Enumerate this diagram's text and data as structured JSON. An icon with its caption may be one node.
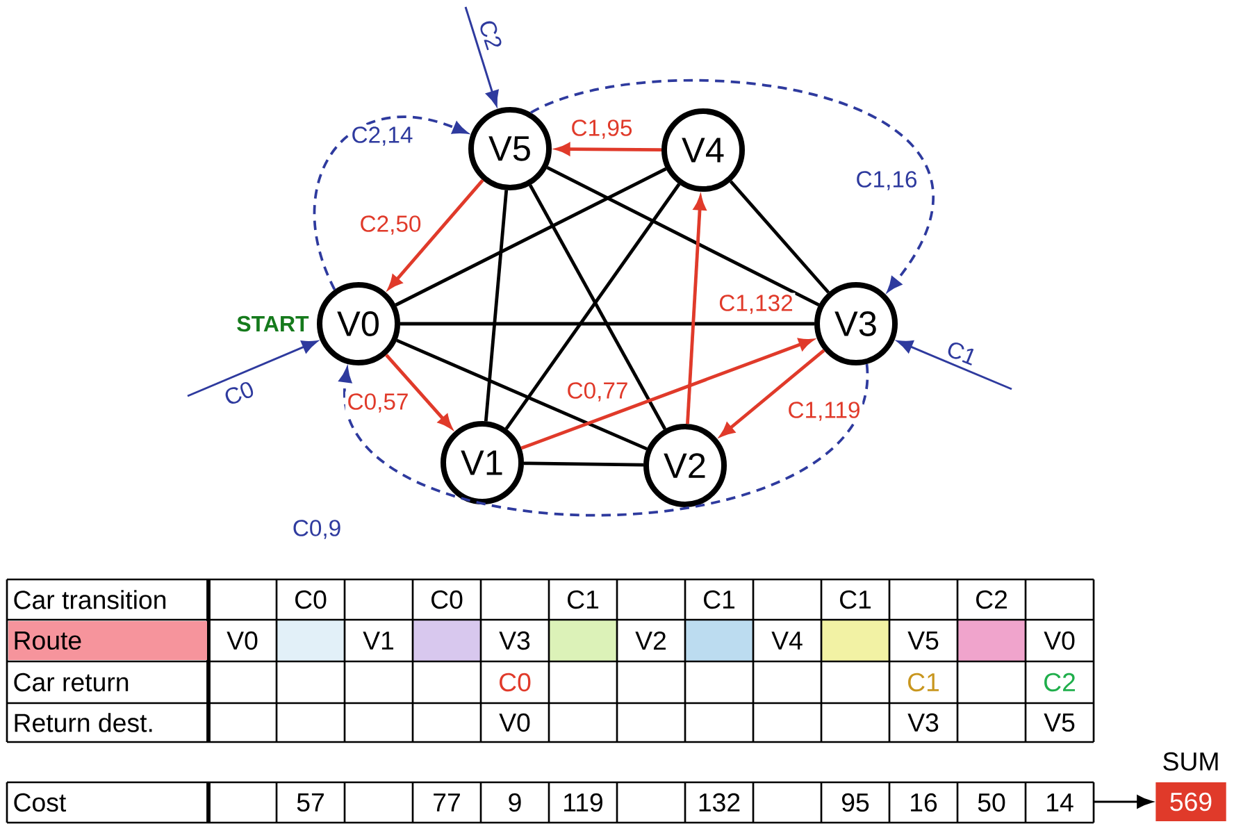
{
  "diagram": {
    "nodes": [
      {
        "text": [
          "V0"
        ],
        "beside": [
          "START"
        ]
      },
      {
        "text": [
          "V1"
        ]
      },
      {
        "text": [
          "V2"
        ]
      },
      {
        "text": [
          "V3"
        ]
      },
      {
        "text": [
          "V4"
        ]
      },
      {
        "text": [
          "V5"
        ]
      },
      {
        "text": [
          "569"
        ],
        "beside": [
          "SUM"
        ]
      }
    ],
    "edges": [
      {
        "from": 5,
        "to": 1,
        "arrow": "none"
      },
      {
        "from": 5,
        "to": 2,
        "arrow": "none"
      },
      {
        "from": 5,
        "to": 3,
        "arrow": "none"
      },
      {
        "from": 4,
        "to": 0,
        "arrow": "none"
      },
      {
        "from": 4,
        "to": 1,
        "arrow": "none"
      },
      {
        "from": 4,
        "to": 3,
        "arrow": "none"
      },
      {
        "from": 0,
        "to": 3,
        "arrow": "none"
      },
      {
        "from": 0,
        "to": 2,
        "arrow": "none"
      },
      {
        "from": 1,
        "to": 2,
        "arrow": "none"
      },
      {
        "from": 0,
        "to": 1,
        "arrow": "to",
        "label": "C0,57",
        "color": "#e03a2a"
      },
      {
        "from": 1,
        "to": 3,
        "arrow": "to",
        "label": "C0,77",
        "color": "#e03a2a"
      },
      {
        "from": 3,
        "to": 2,
        "arrow": "to",
        "label": "C1,119",
        "color": "#e03a2a"
      },
      {
        "from": 2,
        "to": 4,
        "arrow": "to",
        "label": "C1,132",
        "color": "#e03a2a"
      },
      {
        "from": 4,
        "to": 5,
        "arrow": "to",
        "label": "C1,95",
        "color": "#e03a2a"
      },
      {
        "from": 5,
        "to": 0,
        "arrow": "to",
        "label": "C2,50",
        "color": "#e03a2a"
      },
      {
        "from": 3,
        "to": 0,
        "arrow": "to",
        "label": "C0,9",
        "style": "dashed",
        "color": "#2e3a9e"
      },
      {
        "from": 5,
        "to": 3,
        "arrow": "to",
        "label": "C1,16",
        "style": "dashed",
        "color": "#2e3a9e"
      },
      {
        "from": 0,
        "to": 5,
        "arrow": "to",
        "label": "C2,14",
        "style": "dashed",
        "color": "#2e3a9e"
      },
      {
        "from": null,
        "to": 0,
        "arrow": "to",
        "label": "C0",
        "color": "#2e3a9e"
      },
      {
        "from": null,
        "to": 3,
        "arrow": "to",
        "label": "C1",
        "color": "#2e3a9e"
      },
      {
        "from": null,
        "to": 5,
        "arrow": "to",
        "label": "C2",
        "color": "#2e3a9e"
      },
      {
        "from": null,
        "to": 6,
        "arrow": "to"
      }
    ],
    "labels": [
      "Car transition",
      "C0",
      "C0",
      "C1",
      "C1",
      "C1",
      "C2",
      "Route",
      "V0",
      "V1",
      "V3",
      "V2",
      "V4",
      "V5",
      "V0",
      "Car return",
      "C0",
      "C1",
      "C2",
      "Return dest.",
      "V0",
      "V3",
      "V5",
      "Cost",
      "57",
      "77",
      "9",
      "119",
      "132",
      "95",
      "16",
      "50",
      "14"
    ]
  }
}
